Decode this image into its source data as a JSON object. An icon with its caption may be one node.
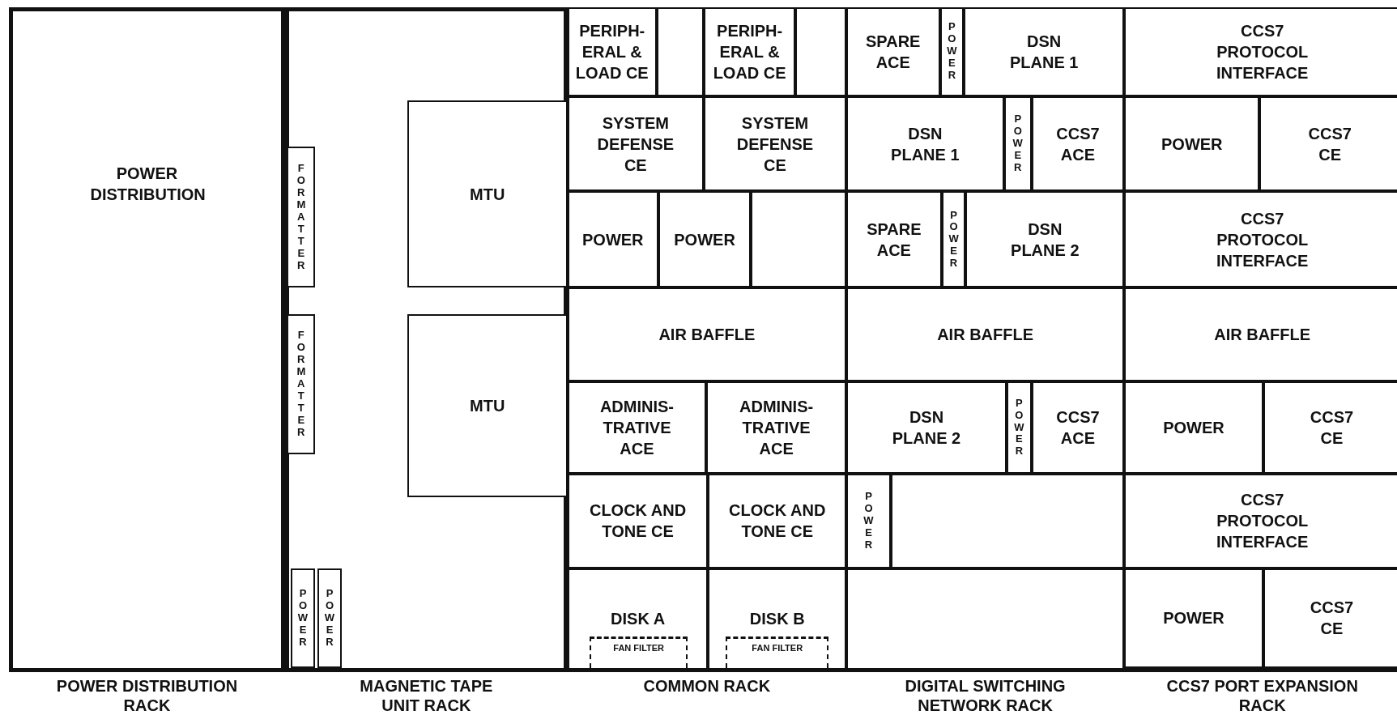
{
  "diagram": {
    "nodes": [
      {
        "text": [
          "POWER DISTRIBUTION",
          "POWER DISTRIBUTION RACK"
        ]
      },
      {
        "text": [
          "MAGNETIC TAPE UNIT RACK"
        ]
      },
      {
        "text": [
          "FORMATTER"
        ],
        "in": 1
      },
      {
        "text": [
          "FORMATTER"
        ],
        "in": 1
      },
      {
        "text": [
          "MTU"
        ],
        "in": 1
      },
      {
        "text": [
          "MTU"
        ],
        "in": 1
      },
      {
        "text": [
          "POWER"
        ],
        "in": 1
      },
      {
        "text": [
          "POWER"
        ],
        "in": 1
      },
      {
        "text": [
          "COMMON RACK"
        ]
      },
      {
        "text": [
          "PERIPH- ERAL & LOAD CE"
        ],
        "in": 8
      },
      {
        "text": [],
        "shape": "box",
        "in": 8
      },
      {
        "text": [
          "PERIPH- ERAL & LOAD CE"
        ],
        "in": 8
      },
      {
        "text": [],
        "shape": "box",
        "in": 8
      },
      {
        "text": [
          "SYSTEM DEFENSE CE"
        ],
        "in": 8
      },
      {
        "text": [
          "SYSTEM DEFENSE CE"
        ],
        "in": 8
      },
      {
        "text": [
          "POWER"
        ],
        "in": 8
      },
      {
        "text": [
          "POWER"
        ],
        "in": 8
      },
      {
        "text": [],
        "shape": "box",
        "in": 8
      },
      {
        "text": [
          "AIR BAFFLE"
        ],
        "in": 8
      },
      {
        "text": [
          "ADMINIS- TRATIVE ACE"
        ],
        "in": 8
      },
      {
        "text": [
          "ADMINIS- TRATIVE ACE"
        ],
        "in": 8
      },
      {
        "text": [
          "CLOCK AND TONE CE"
        ],
        "in": 8
      },
      {
        "text": [
          "CLOCK AND TONE CE"
        ],
        "in": 8
      },
      {
        "text": [
          "DISK A"
        ],
        "in": 8
      },
      {
        "text": [
          "FAN FILTER"
        ],
        "in": 23
      },
      {
        "text": [
          "DISK B"
        ],
        "in": 8
      },
      {
        "text": [
          "FAN FILTER"
        ],
        "in": 25
      },
      {
        "text": [
          "DIGITAL SWITCHING NETWORK RACK"
        ]
      },
      {
        "text": [
          "SPARE ACE"
        ],
        "in": 27
      },
      {
        "text": [
          "POWER"
        ],
        "in": 27
      },
      {
        "text": [
          "DSN PLANE 1"
        ],
        "in": 27
      },
      {
        "text": [
          "DSN PLANE 1"
        ],
        "in": 27
      },
      {
        "text": [
          "POWER"
        ],
        "in": 27
      },
      {
        "text": [
          "CCS7 ACE"
        ],
        "in": 27
      },
      {
        "text": [
          "SPARE ACE"
        ],
        "in": 27
      },
      {
        "text": [
          "POWER"
        ],
        "in": 27
      },
      {
        "text": [
          "DSN PLANE 2"
        ],
        "in": 27
      },
      {
        "text": [
          "AIR BAFFLE"
        ],
        "in": 27
      },
      {
        "text": [
          "DSN PLANE 2"
        ],
        "in": 27
      },
      {
        "text": [
          "POWER"
        ],
        "in": 27
      },
      {
        "text": [
          "CCS7 ACE"
        ],
        "in": 27
      },
      {
        "text": [
          "POWER"
        ],
        "in": 27
      },
      {
        "text": [],
        "shape": "box",
        "in": 27
      },
      {
        "text": [],
        "shape": "box",
        "in": 27
      },
      {
        "text": [
          "CCS7 PORT EXPANSION RACK"
        ]
      },
      {
        "text": [
          "CCS7 PROTOCOL INTERFACE"
        ],
        "in": 44
      },
      {
        "text": [
          "POWER"
        ],
        "in": 44
      },
      {
        "text": [
          "CCS7 CE"
        ],
        "in": 44
      },
      {
        "text": [
          "CCS7 PROTOCOL INTERFACE"
        ],
        "in": 44
      },
      {
        "text": [
          "AIR BAFFLE"
        ],
        "in": 44
      },
      {
        "text": [
          "POWER"
        ],
        "in": 44
      },
      {
        "text": [
          "CCS7 CE"
        ],
        "in": 44
      },
      {
        "text": [
          "CCS7 PROTOCOL INTERFACE"
        ],
        "in": 44
      },
      {
        "text": [
          "POWER"
        ],
        "in": 44
      },
      {
        "text": [
          "CCS7 CE"
        ],
        "in": 44
      }
    ]
  }
}
